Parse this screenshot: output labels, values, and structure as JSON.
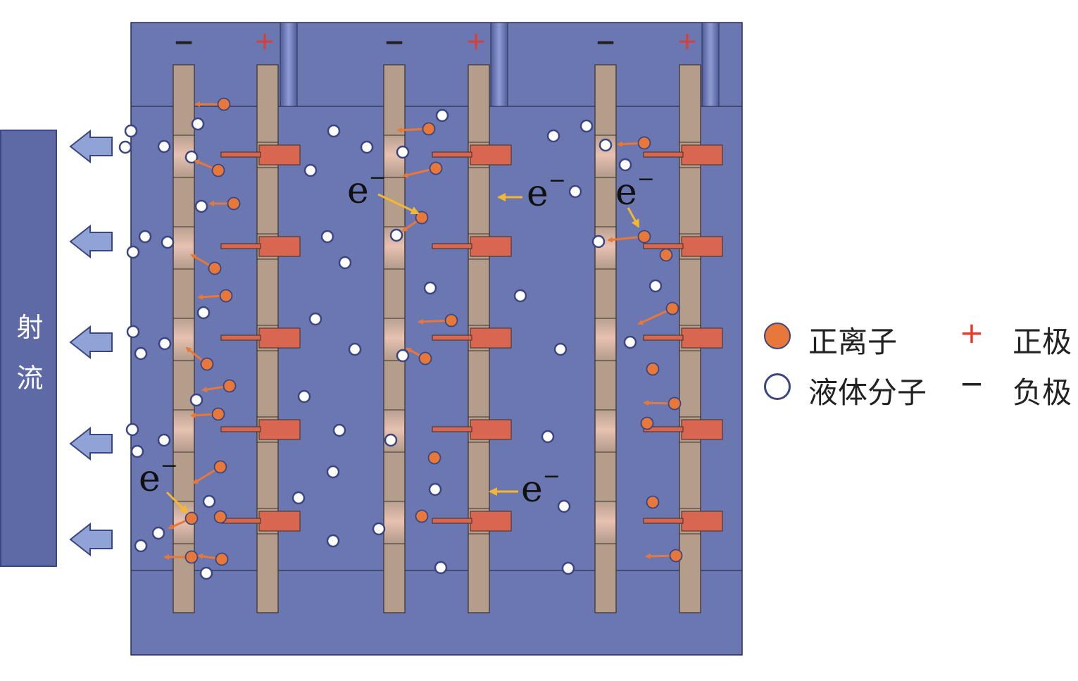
{
  "jet_label": [
    "射",
    "流"
  ],
  "electrode_signs": {
    "negative": "−",
    "positive": "+"
  },
  "electron_label": "e",
  "electron_sup": "−",
  "legend": {
    "positive_ion": "正离子",
    "liquid_molecule": "液体分子",
    "positive_pole_mark": "+",
    "positive_pole": "正极",
    "negative_pole_mark": "−",
    "negative_pole": "负极"
  },
  "colors": {
    "chamber": "#6b77b1",
    "electrode": "#b59d8c",
    "emitter": "#d96650",
    "ion": "#e8783a",
    "molecule_fill": "#ffffff",
    "molecule_stroke": "#3b4580",
    "positive_mark": "#e33b2e",
    "negative_mark": "#222222",
    "electron_arrow": "#f5b731",
    "jet_arrow": "#8fa3d6"
  }
}
